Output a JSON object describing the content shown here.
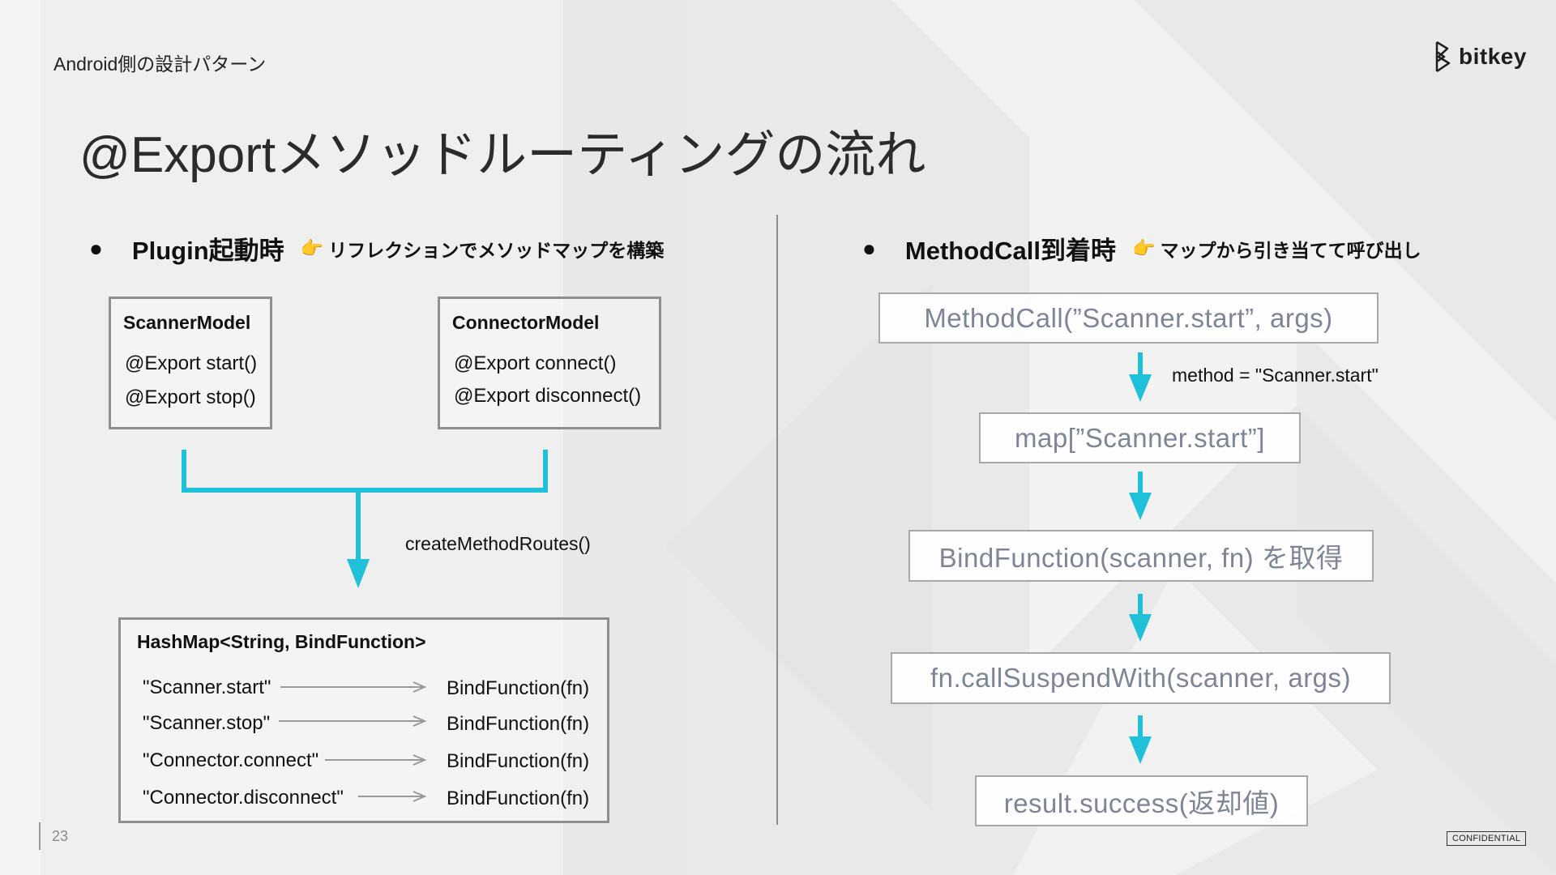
{
  "header": {
    "section_label": "Android側の設計パターン",
    "title": "@Exportメソッドルーティングの流れ",
    "logo_text": "bitkey"
  },
  "left": {
    "bullet": "●",
    "heading": "Plugin起動時",
    "hand_icon": "👉",
    "subtext": "リフレクションでメソッドマップを構築",
    "scanner_model": {
      "title": "ScannerModel",
      "methods": [
        "@Export start()",
        "@Export stop()"
      ]
    },
    "connector_model": {
      "title": "ConnectorModel",
      "methods": [
        "@Export connect()",
        "@Export disconnect()"
      ]
    },
    "route_label": "createMethodRoutes()",
    "hashmap": {
      "title": "HashMap<String, BindFunction>",
      "entries": [
        {
          "key": "\"Scanner.start\"",
          "value": "BindFunction(fn)"
        },
        {
          "key": "\"Scanner.stop\"",
          "value": "BindFunction(fn)"
        },
        {
          "key": "\"Connector.connect\"",
          "value": "BindFunction(fn)"
        },
        {
          "key": "\"Connector.disconnect\"",
          "value": "BindFunction(fn)"
        }
      ]
    }
  },
  "right": {
    "bullet": "●",
    "heading": "MethodCall到着時",
    "hand_icon": "👉",
    "subtext": "マップから引き当てて呼び出し",
    "steps": [
      "MethodCall(”Scanner.start”, args)",
      "map[”Scanner.start”]",
      "BindFunction(scanner, fn) を取得",
      "fn.callSuspendWith(scanner, args)",
      "result.success(返却値)"
    ],
    "first_arrow_label": "method = \"Scanner.start\""
  },
  "footer": {
    "page_number": "23",
    "confidential": "CONFIDENTIAL"
  },
  "colors": {
    "accent": "#1fc0d8",
    "box_border": "#8f8f8f",
    "flow_text": "#7e8597",
    "map_arrow": "#9a9a9a"
  }
}
